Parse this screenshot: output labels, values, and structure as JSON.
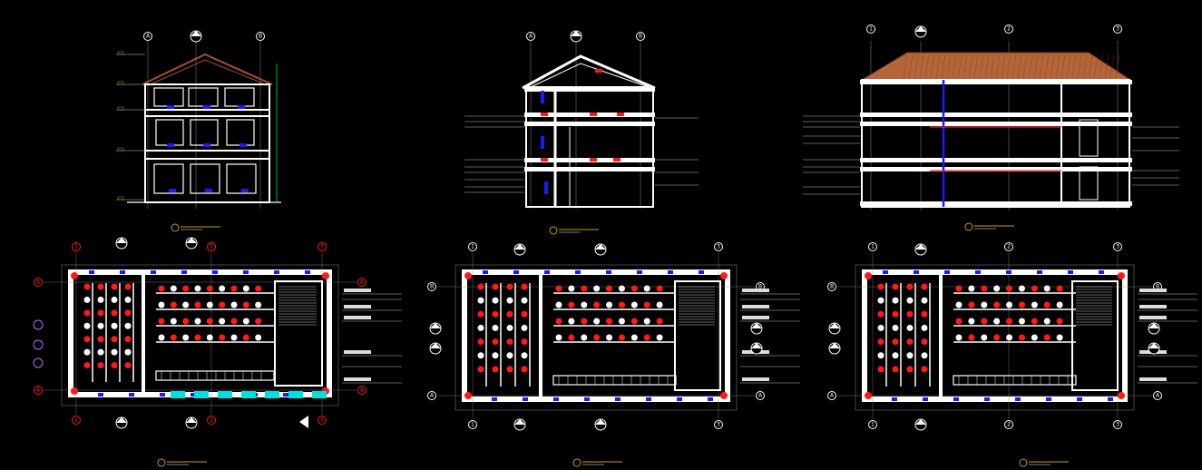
{
  "drawing": {
    "background": "#000000",
    "colors": {
      "wall": "#ffffff",
      "line": "#d0d0d0",
      "roof": "#a0522d",
      "roof_tile": "#b5653a",
      "accent_blue": "#1a1aff",
      "accent_red": "#ff1a1a",
      "title_yellow": "#c8a000",
      "green": "#00c000",
      "cyan": "#00e0e0",
      "purple": "#b070ff"
    },
    "views": [
      {
        "id": "elevation-front",
        "kind": "elevation"
      },
      {
        "id": "section-1",
        "kind": "section"
      },
      {
        "id": "section-2",
        "kind": "section"
      },
      {
        "id": "plan-1",
        "kind": "plan"
      },
      {
        "id": "plan-2",
        "kind": "plan"
      },
      {
        "id": "plan-3",
        "kind": "plan"
      }
    ],
    "axis_labels": {
      "elevation": [
        "A",
        "",
        "B"
      ],
      "section_1": [
        "A",
        "",
        "B"
      ],
      "section_2": [
        "1",
        "",
        "2",
        "3"
      ],
      "plan_1_top": [
        "1",
        "2",
        "3"
      ],
      "plan_1_side": [
        "B",
        "A"
      ],
      "plan_2_top": [
        "1",
        "3"
      ],
      "plan_2_side": [
        "B",
        "A"
      ],
      "plan_3_top": [
        "1",
        "2",
        "3"
      ],
      "plan_3_side": [
        "B",
        "A"
      ]
    },
    "icons": [
      "section-marker-icon",
      "north-arrow-icon",
      "elevation-marker-icon"
    ]
  }
}
